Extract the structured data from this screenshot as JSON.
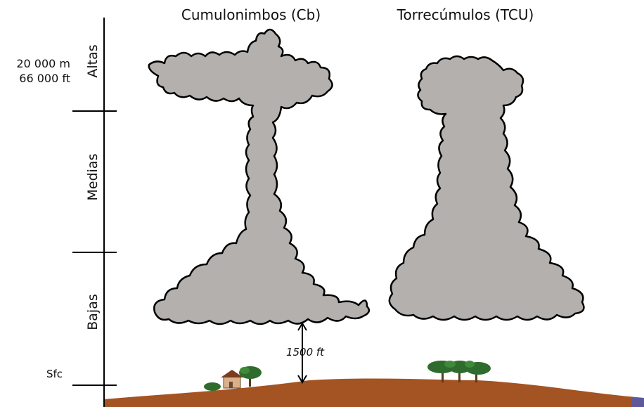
{
  "titles": {
    "cb": "Cumulonimbos (Cb)",
    "tcu": "Torrecúmulos (TCU)"
  },
  "axis": {
    "altas": "Altas",
    "medias": "Medias",
    "bajas": "Bajas",
    "sfc": "Sfc",
    "alt_m": "20 000 m",
    "alt_ft": "66 000  ft"
  },
  "base_height": "1500 ft",
  "colors": {
    "cloud_fill": "#b3b0ae",
    "cloud_stroke": "#000000",
    "ground": "#a45322",
    "tree": "#2f6b2c",
    "trunk": "#5a3a1e",
    "house": "#d9b08a",
    "roof": "#7a3b1f"
  }
}
